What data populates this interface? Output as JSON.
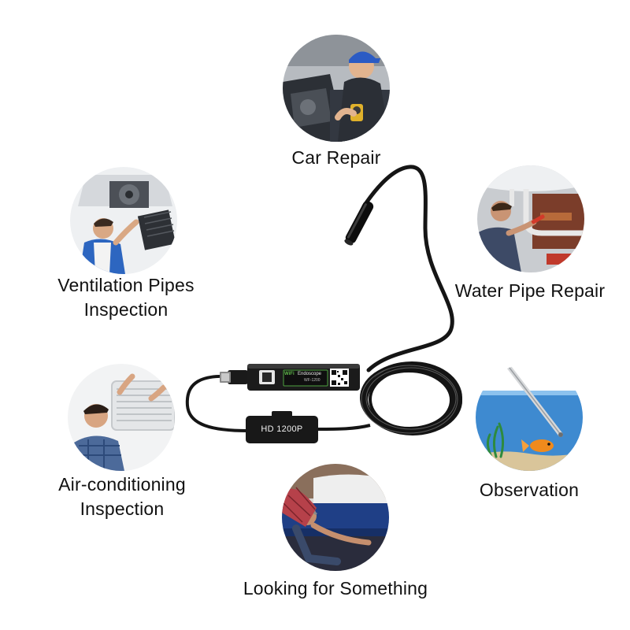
{
  "applications": [
    {
      "label": "Car Repair",
      "icon": "car-engine-mechanic"
    },
    {
      "label": "Ventilation Pipes",
      "label_line2": "Inspection",
      "icon": "ceiling-vent-technician"
    },
    {
      "label": "Water Pipe Repair",
      "icon": "sink-plumber"
    },
    {
      "label": "Air-conditioning",
      "label_line2": "Inspection",
      "icon": "ac-unit-technician"
    },
    {
      "label": "Observation",
      "icon": "aquarium-fish-probe"
    },
    {
      "label": "Looking for Something",
      "icon": "person-under-sofa"
    }
  ],
  "device": {
    "module_brand": "WiFi",
    "module_name": "Endoscope",
    "module_model": "WF-1200",
    "module_badge": "HD 1200P"
  },
  "colors": {
    "background": "#ffffff",
    "text": "#111111",
    "cable": "#111111",
    "module_screen": "#5fb84a"
  }
}
